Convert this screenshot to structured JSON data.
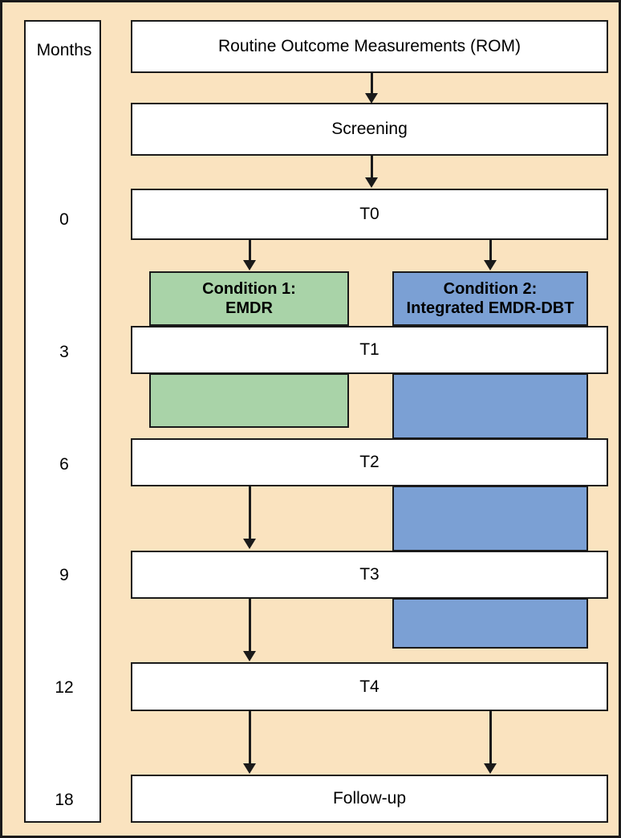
{
  "diagram": {
    "title": "Study design flowchart: EMDR vs Integrated EMDR-DBT",
    "background_color": "#fae3bf",
    "colors": {
      "condition1": "#a9d3a8",
      "condition2": "#7ba0d4",
      "node": "#ffffff",
      "stroke": "#1a1a1a"
    }
  },
  "months_column": {
    "header": "Months",
    "values": [
      "0",
      "3",
      "6",
      "9",
      "12",
      "18"
    ]
  },
  "nodes": {
    "rom": "Routine Outcome Measurements (ROM)",
    "screening": "Screening",
    "t0": "T0",
    "t1": "T1",
    "t2": "T2",
    "t3": "T3",
    "t4": "T4",
    "followup": "Follow-up"
  },
  "conditions": [
    {
      "id": "condition-1",
      "line1": "Condition 1:",
      "line2": "EMDR",
      "color": "#a9d3a8"
    },
    {
      "id": "condition-2",
      "line1": "Condition 2:",
      "line2": "Integrated EMDR-DBT",
      "color": "#7ba0d4"
    }
  ],
  "timeline": [
    {
      "month": "0",
      "node": "T0"
    },
    {
      "month": "3",
      "node": "T1"
    },
    {
      "month": "6",
      "node": "T2"
    },
    {
      "month": "9",
      "node": "T3"
    },
    {
      "month": "12",
      "node": "T4"
    },
    {
      "month": "18",
      "node": "Follow-up"
    }
  ]
}
